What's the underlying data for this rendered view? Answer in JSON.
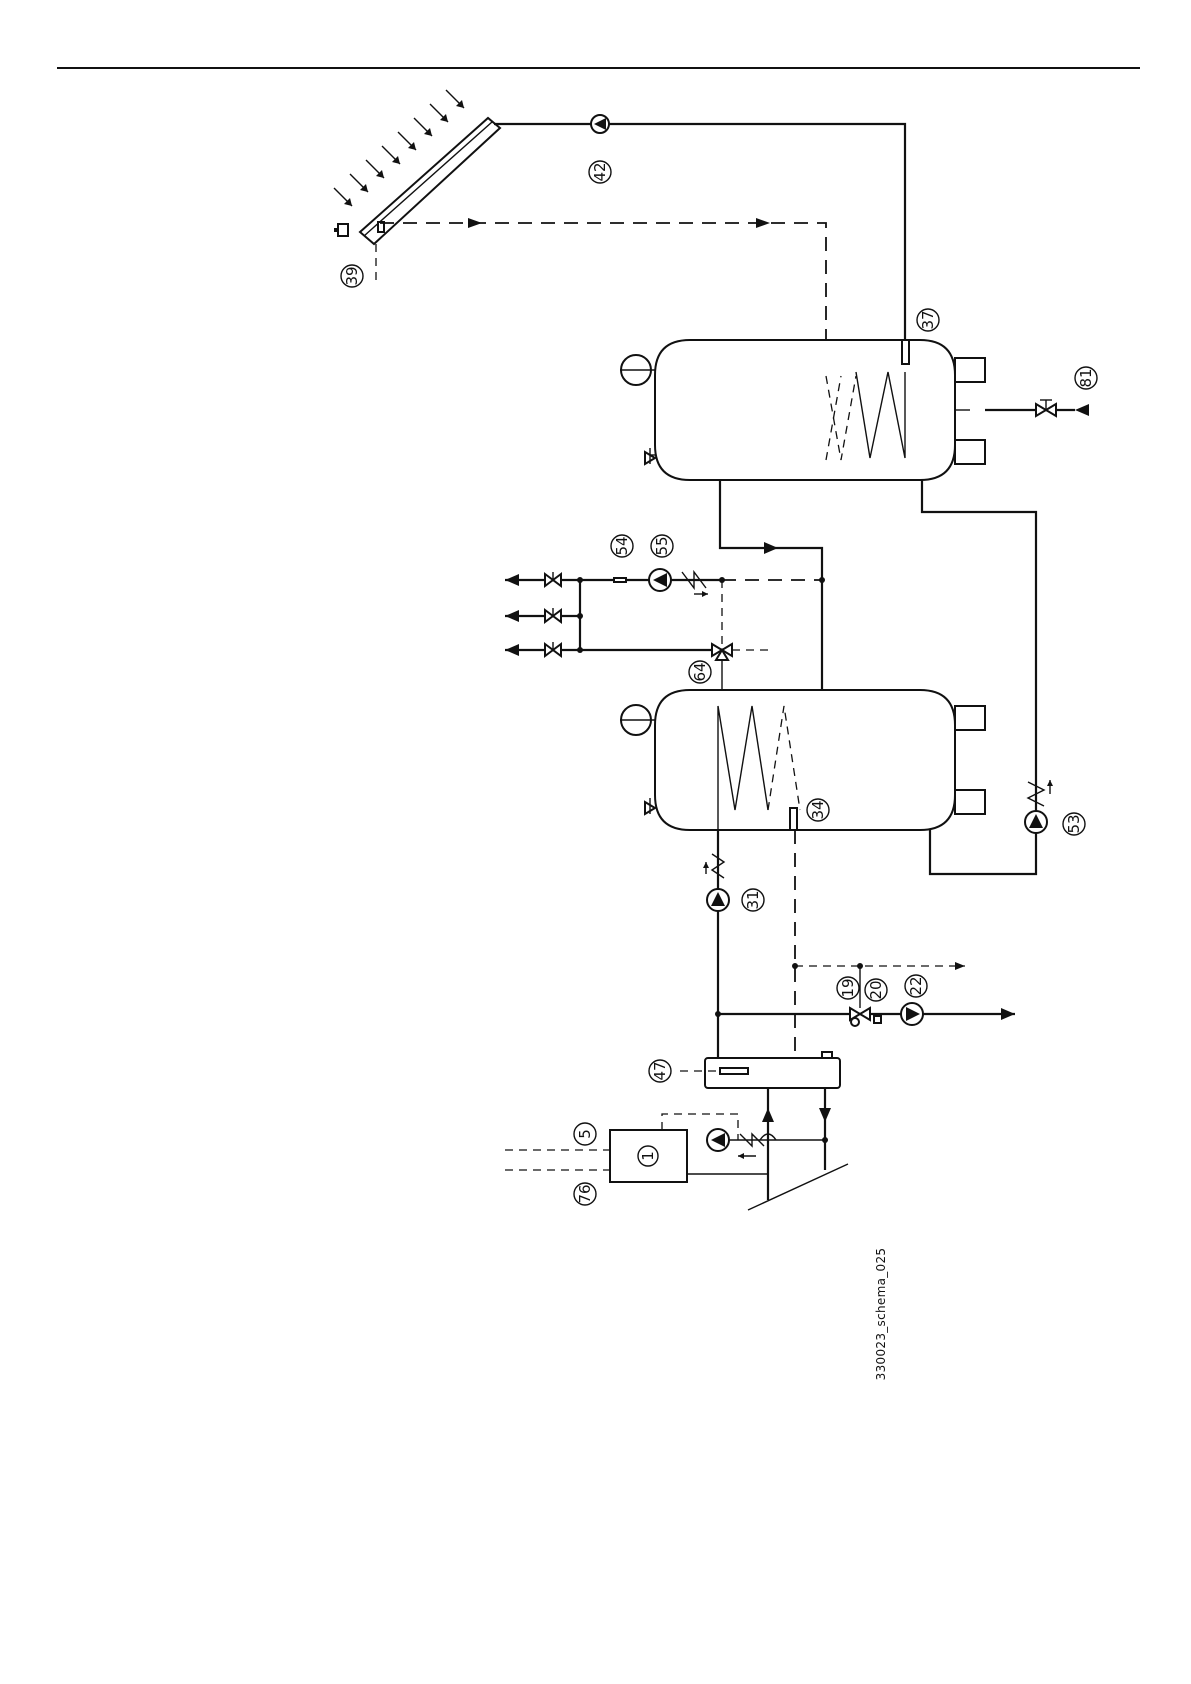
{
  "caption": "330023_schema_025",
  "labels": [
    "1",
    "5",
    "19",
    "20",
    "22",
    "31",
    "34",
    "37",
    "39",
    "42",
    "47",
    "53",
    "54",
    "55",
    "64",
    "76",
    "81"
  ]
}
